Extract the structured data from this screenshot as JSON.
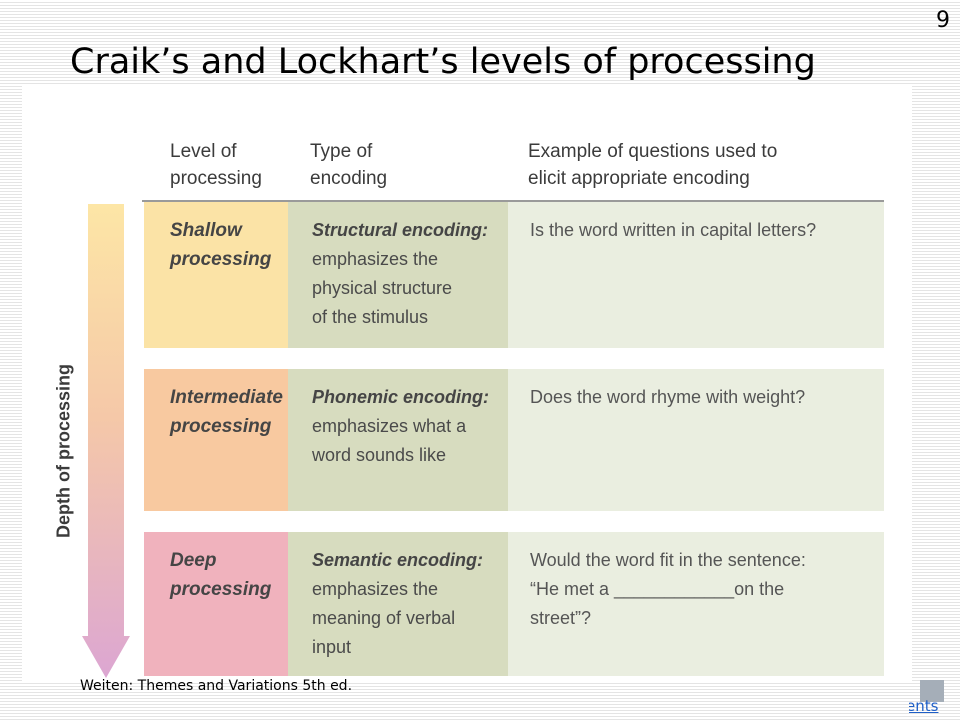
{
  "slide": {
    "number": "9",
    "title": "Craik’s and Lockhart’s levels of processing",
    "citation": "Weiten: Themes and Variations 5th ed.",
    "nav_link_text": "Contents"
  },
  "table": {
    "headers": {
      "level": "Level of\nprocessing",
      "type": "Type of\nencoding",
      "example": "Example of questions used to\nelicit appropriate encoding"
    },
    "depth_label": "Depth of processing",
    "rows": [
      {
        "level": "Shallow\nprocessing",
        "encoding_name": "Structural encoding:",
        "encoding_desc": "emphasizes the\nphysical structure\nof the stimulus",
        "example": "Is the word written in capital letters?"
      },
      {
        "level": "Intermediate\nprocessing",
        "encoding_name": "Phonemic encoding:",
        "encoding_desc": "emphasizes what a\nword sounds like",
        "example": "Does the word rhyme with weight?"
      },
      {
        "level": "Deep\nprocessing",
        "encoding_name": "Semantic encoding:",
        "encoding_desc": "emphasizes the\nmeaning of verbal\ninput",
        "example": "Would the word fit in the sentence:\n“He met a ____________on the\nstreet”?"
      }
    ]
  },
  "colors": {
    "shallow": "#fbe3a6",
    "intermediate": "#f8c9a0",
    "deep": "#f0b2bd",
    "encoding_column": "#d7dcbf",
    "example_column": "#eaeee0",
    "arrow_top": "#fde6a6",
    "arrow_bottom": "#dca6d2",
    "link": "#1f5fc7"
  }
}
